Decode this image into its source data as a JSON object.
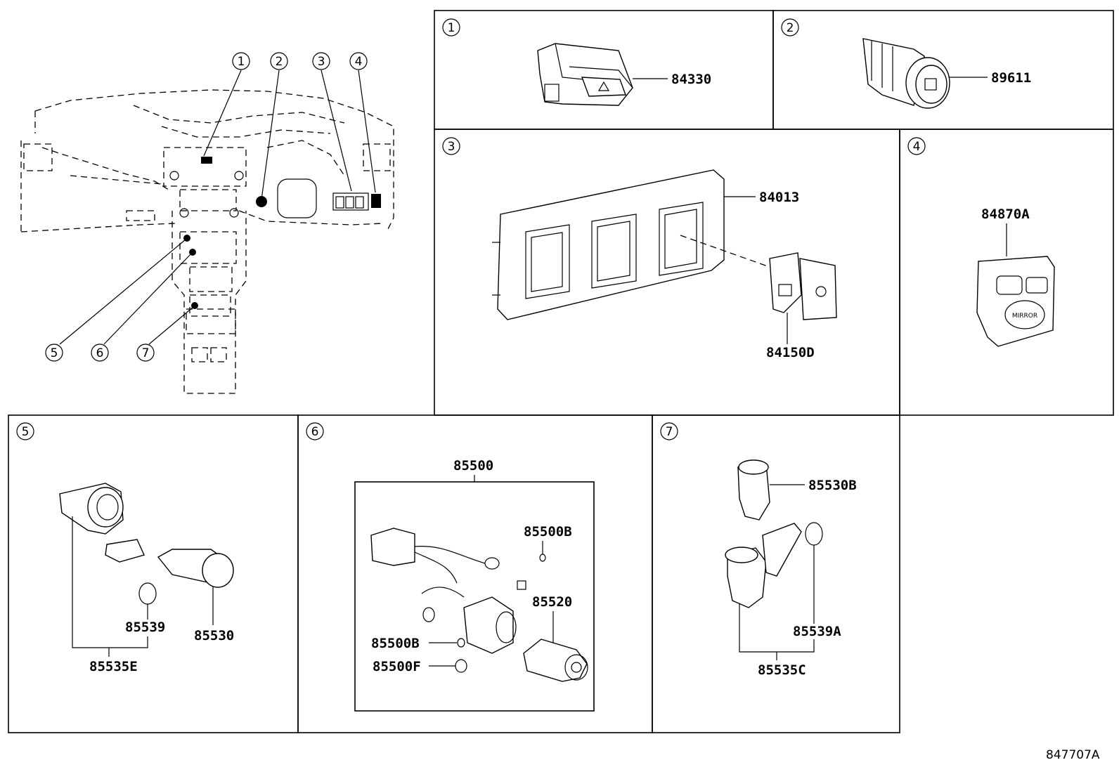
{
  "diagram": {
    "reference_code": "847707A",
    "overview": {
      "callouts": [
        "1",
        "2",
        "3",
        "4",
        "5",
        "6",
        "7"
      ]
    },
    "panels": [
      {
        "number": "1",
        "parts": [
          "84330"
        ]
      },
      {
        "number": "2",
        "parts": [
          "89611"
        ]
      },
      {
        "number": "3",
        "parts": [
          "84013",
          "84150D"
        ]
      },
      {
        "number": "4",
        "parts": [
          "84870A"
        ]
      },
      {
        "number": "5",
        "parts": [
          "85539",
          "85530",
          "85535E"
        ]
      },
      {
        "number": "6",
        "parts": [
          "85500",
          "85500B",
          "85520",
          "85500B",
          "85500F"
        ]
      },
      {
        "number": "7",
        "parts": [
          "85530B",
          "85539A",
          "85535C"
        ]
      }
    ]
  }
}
